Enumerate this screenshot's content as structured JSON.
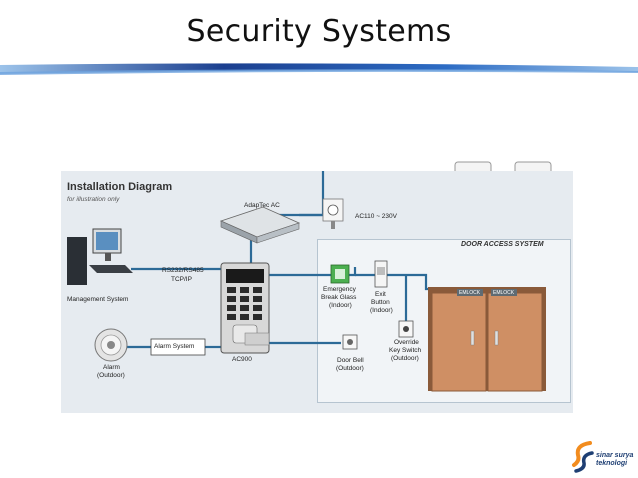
{
  "slide": {
    "title": "Security Systems",
    "colors": {
      "band_dark": "#1b3f8f",
      "band_light": "#6fa4df",
      "cable": "#2c6a97",
      "door": "#c9885f"
    }
  },
  "diagram": {
    "heading": "Installation Diagram",
    "subheading": "for illustration only",
    "door_access_title": "DOOR ACCESS SYSTEM",
    "labels": {
      "adaptec": "AdapTec AC",
      "power": "AC110 ~ 230V",
      "rs232": "RS232/RS485",
      "tcpip": "TCP/IP",
      "management": "Management System",
      "alarm_system": "Alarm System",
      "alarm_1": "Alarm",
      "alarm_2": "(Outdoor)",
      "ac900": "AC900",
      "breakglass_1": "Emergency",
      "breakglass_2": "Break Glass",
      "breakglass_3": "(Indoor)",
      "exit_1": "Exit",
      "exit_2": "Button",
      "exit_3": "(Indoor)",
      "doorbell_1": "Door Bell",
      "doorbell_2": "(Outdoor)",
      "override_1": "Override",
      "override_2": "Key Switch",
      "override_3": "(Outdoor)",
      "emlock_left": "EMLOCK",
      "emlock_right": "EMLOCK"
    }
  },
  "cameras": [
    {
      "icon": "dome-camera-icon"
    },
    {
      "icon": "dome-camera-icon"
    }
  ],
  "logo": {
    "line1": "sinar surya",
    "line2": "teknologi",
    "colors": {
      "orange": "#f28c1e",
      "blue": "#1f3f73"
    }
  }
}
